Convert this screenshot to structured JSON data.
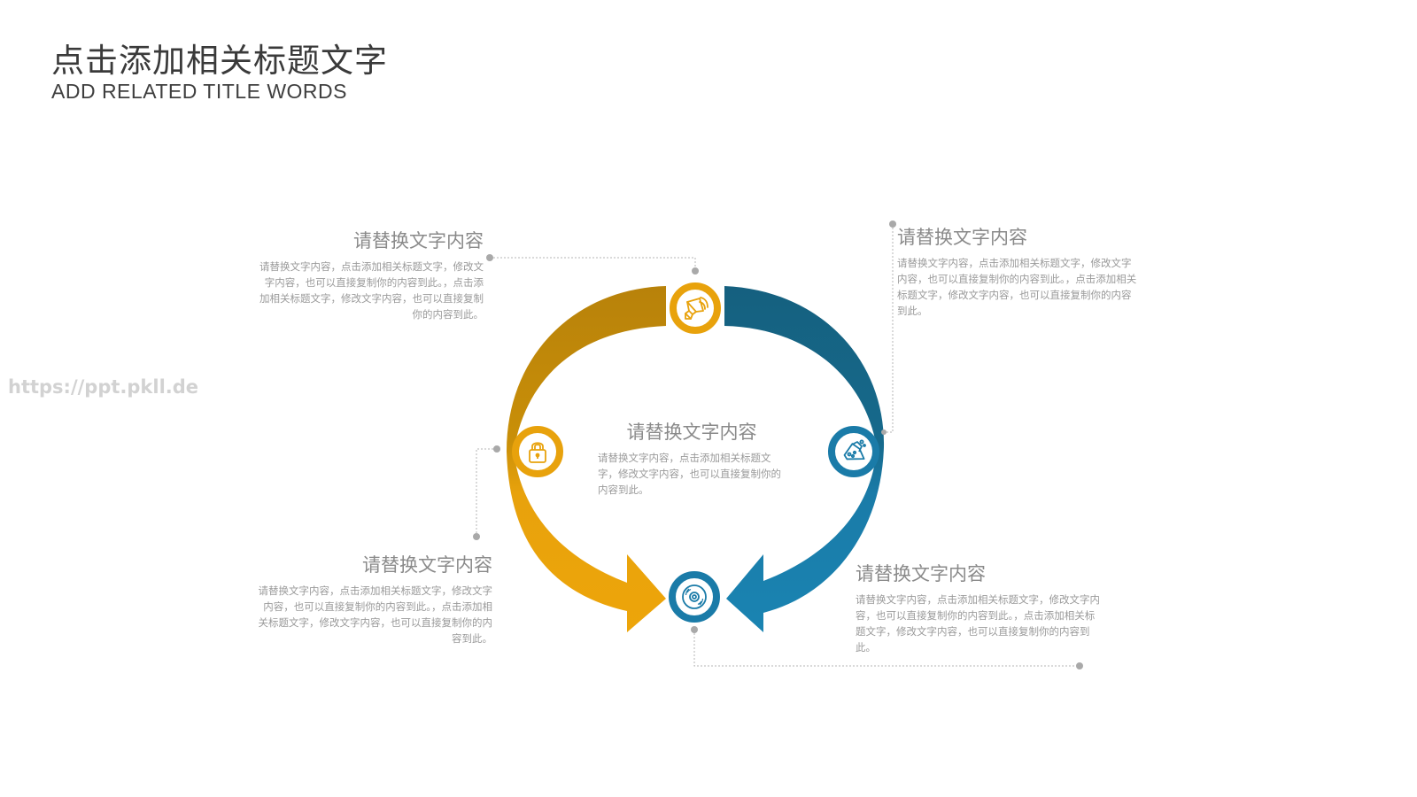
{
  "header": {
    "title_cn": "点击添加相关标题文字",
    "title_en": "ADD RELATED TITLE WORDS"
  },
  "watermark": "https://ppt.pkll.de",
  "colors": {
    "gold_dark": "#b8820a",
    "gold_light": "#e8a20c",
    "blue_dark": "#16627f",
    "blue_light": "#1a80ae",
    "connector": "#aaaaaa",
    "heading_text": "#8a8a8a",
    "body_text": "#9a9a9a"
  },
  "diagram": {
    "icons": [
      {
        "name": "speaker",
        "position": "top",
        "color": "#e8a20c"
      },
      {
        "name": "lock",
        "position": "left",
        "color": "#e8a20c"
      },
      {
        "name": "flask",
        "position": "right",
        "color": "#1a80ae"
      },
      {
        "name": "disc",
        "position": "bottom",
        "color": "#1a80ae"
      }
    ],
    "blocks": {
      "top_left": {
        "heading": "请替换文字内容",
        "body": "请替换文字内容，点击添加相关标题文字，修改文字内容，也可以直接复制你的内容到此。，点击添加相关标题文字，修改文字内容，也可以直接复制你的内容到此。"
      },
      "top_right": {
        "heading": "请替换文字内容",
        "body": "请替换文字内容，点击添加相关标题文字，修改文字内容，也可以直接复制你的内容到此。，点击添加相关标题文字，修改文字内容，也可以直接复制你的内容到此。"
      },
      "center": {
        "heading": "请替换文字内容",
        "body": "请替换文字内容，点击添加相关标题文字，修改文字内容，也可以直接复制你的内容到此。"
      },
      "bottom_left": {
        "heading": "请替换文字内容",
        "body": "请替换文字内容，点击添加相关标题文字，修改文字内容，也可以直接复制你的内容到此。，点击添加相关标题文字，修改文字内容，也可以直接复制你的内容到此。"
      },
      "bottom_right": {
        "heading": "请替换文字内容",
        "body": "请替换文字内容，点击添加相关标题文字，修改文字内容，也可以直接复制你的内容到此。，点击添加相关标题文字，修改文字内容，也可以直接复制你的内容到此。"
      }
    }
  }
}
